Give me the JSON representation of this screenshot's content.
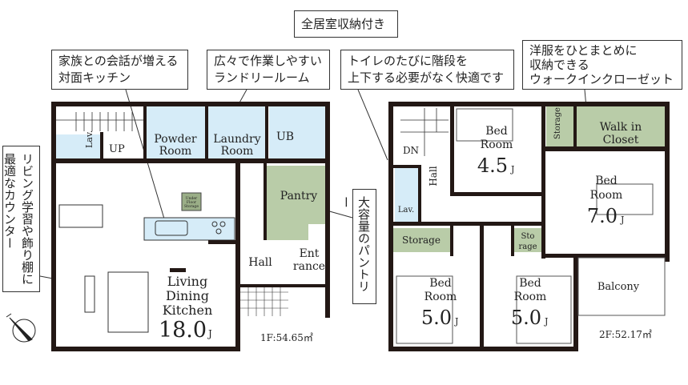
{
  "callouts": {
    "all_rooms_storage": "全居室収納付き",
    "kitchen": [
      "家族との会話が増える",
      "対面キッチン"
    ],
    "laundry": [
      "広々で作業しやすい",
      "ランドリールーム"
    ],
    "toilet": [
      "トイレのたびに階段を",
      "上下する必要がなく快適です"
    ],
    "closet": [
      "洋服をひとまとめに",
      "収納できる",
      "ウォークインクローゼット"
    ],
    "counter": [
      "リビング学習や飾り棚に",
      "最適なカウンター"
    ],
    "pantry": "大容量のパントリー"
  },
  "floor1": {
    "area_label": "1F:54.65㎡",
    "rooms": {
      "lav": "Lav.",
      "up": "UP",
      "powder": [
        "Powder",
        "Room"
      ],
      "laundry": [
        "Laundry",
        "Room"
      ],
      "ub": "UB",
      "pantry": "Pantry",
      "underfloor": [
        "Under",
        "Floor",
        "Storage"
      ],
      "hall": "Hall",
      "entrance": [
        "Ent",
        "rance"
      ],
      "ldk": [
        "Living",
        "Dining",
        "Kitchen"
      ],
      "ldk_size": "18.0",
      "unit": "J"
    }
  },
  "floor2": {
    "area_label": "2F:52.17㎡",
    "rooms": {
      "dn": "DN",
      "hall": "Hall",
      "lav": "Lav.",
      "bed45": [
        "Bed",
        "Room"
      ],
      "bed45_size": "4.5",
      "storage_v": "Storage",
      "wic": [
        "Walk in",
        "Closet"
      ],
      "bed70": [
        "Bed",
        "Room"
      ],
      "bed70_size": "7.0",
      "storage": "Storage",
      "storage_small": [
        "Sto",
        "rage"
      ],
      "bed50a": [
        "Bed",
        "Room"
      ],
      "bed50a_size": "5.0",
      "bed50b": [
        "Bed",
        "Room"
      ],
      "bed50b_size": "5.0",
      "balcony": "Balcony",
      "unit": "J"
    }
  },
  "colors": {
    "wet": "#d6ecf8",
    "storage": "#b9cca8",
    "wall": "#231815"
  }
}
